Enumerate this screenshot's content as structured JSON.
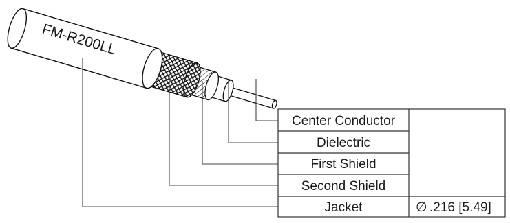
{
  "cable_label": "FM-R200LL",
  "layers": [
    {
      "label": "Center Conductor"
    },
    {
      "label": "Dielectric"
    },
    {
      "label": "First Shield"
    },
    {
      "label": "Second Shield"
    },
    {
      "label": "Jacket"
    }
  ],
  "dimension": {
    "symbol": "∅",
    "value": ".216 [5.49]"
  }
}
